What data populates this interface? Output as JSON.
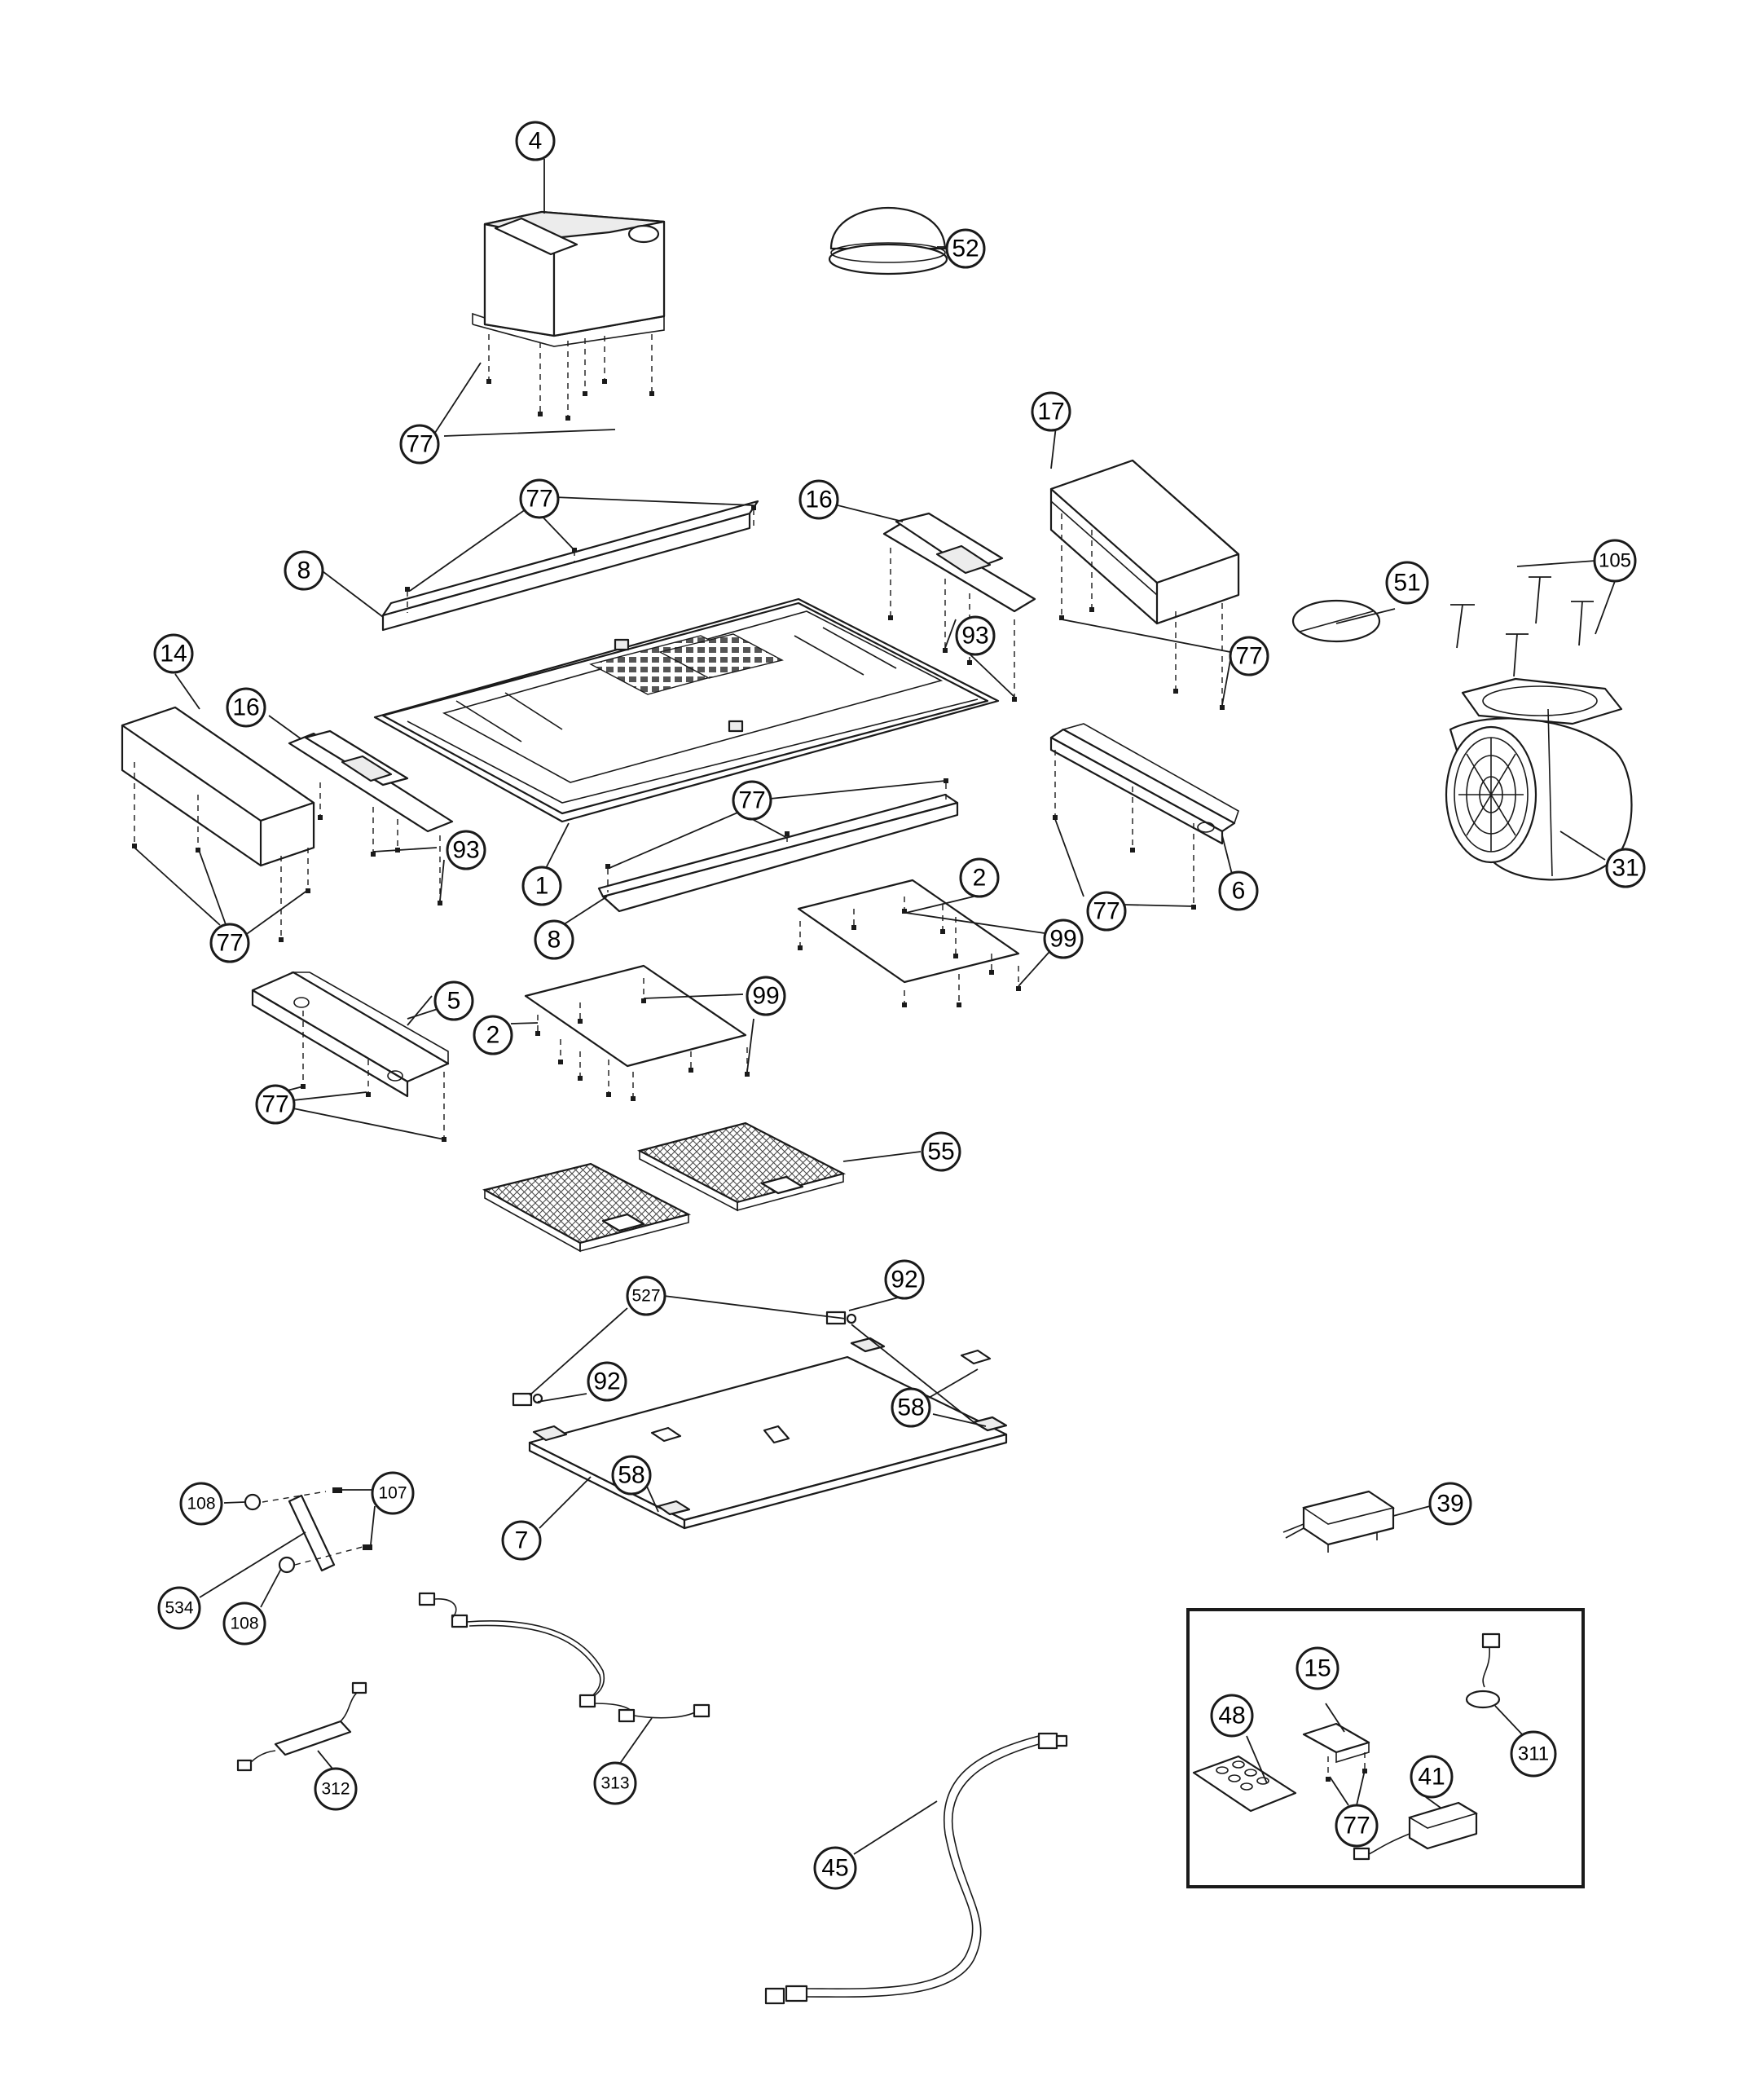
{
  "callouts": {
    "c4": "4",
    "c52": "52",
    "c77a": "77",
    "c17": "17",
    "c16a": "16",
    "c77b": "77",
    "c8a": "8",
    "c51": "51",
    "c105": "105",
    "c93a": "93",
    "c77c": "77",
    "c14": "14",
    "c16b": "16",
    "c93b": "93",
    "c77d": "77",
    "c1": "1",
    "c8b": "8",
    "c2a": "2",
    "c99a": "99",
    "c77e": "77",
    "c6": "6",
    "c31": "31",
    "c77f": "77",
    "c5": "5",
    "c99b": "99",
    "c2b": "2",
    "c77g": "77",
    "c55": "55",
    "c527": "527",
    "c92a": "92",
    "c92b": "92",
    "c58a": "58",
    "c58b": "58",
    "c108a": "108",
    "c107": "107",
    "c534": "534",
    "c108b": "108",
    "c7": "7",
    "c39": "39",
    "c15": "15",
    "c48": "48",
    "c311": "311",
    "c41": "41",
    "c77h": "77",
    "c312": "312",
    "c313": "313",
    "c45": "45"
  },
  "colors": {
    "line": "#1a1a1a",
    "background": "#ffffff",
    "fill_grey": "#ececec"
  }
}
